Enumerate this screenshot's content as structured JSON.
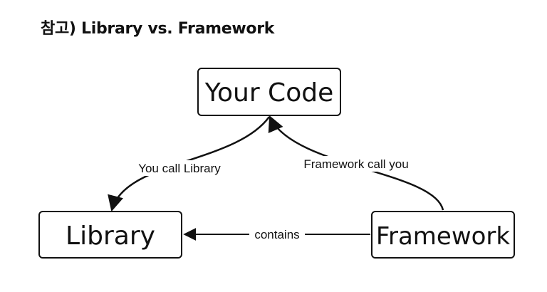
{
  "heading": "참고) Library vs. Framework",
  "nodes": {
    "your_code": "Your Code",
    "library": "Library",
    "framework": "Framework"
  },
  "edges": {
    "you_call_library": "You call Library",
    "framework_call_you": "Framework call you",
    "contains": "contains"
  }
}
